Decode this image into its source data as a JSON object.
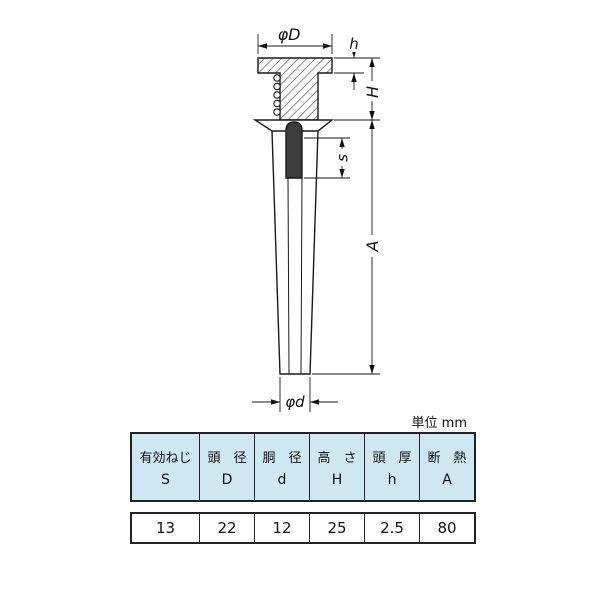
{
  "unit_note": "単位 mm",
  "drawing": {
    "dim_labels": {
      "head_diameter": "φD",
      "head_thickness": "h",
      "head_height": "H",
      "screw_depth": "s",
      "overall_length": "A",
      "body_diameter": "φd"
    }
  },
  "spec_table": {
    "headers": [
      {
        "name": "有効ねじ",
        "symbol": "S"
      },
      {
        "name": "頭　径",
        "symbol": "D"
      },
      {
        "name": "胴　径",
        "symbol": "d"
      },
      {
        "name": "高　さ",
        "symbol": "H"
      },
      {
        "name": "頭　厚",
        "symbol": "h"
      },
      {
        "name": "断　熱",
        "symbol": "A"
      }
    ],
    "values": [
      "13",
      "22",
      "12",
      "25",
      "2.5",
      "80"
    ]
  },
  "colors": {
    "header_bg": "#cfe7f2",
    "line": "#1a1a1a"
  }
}
